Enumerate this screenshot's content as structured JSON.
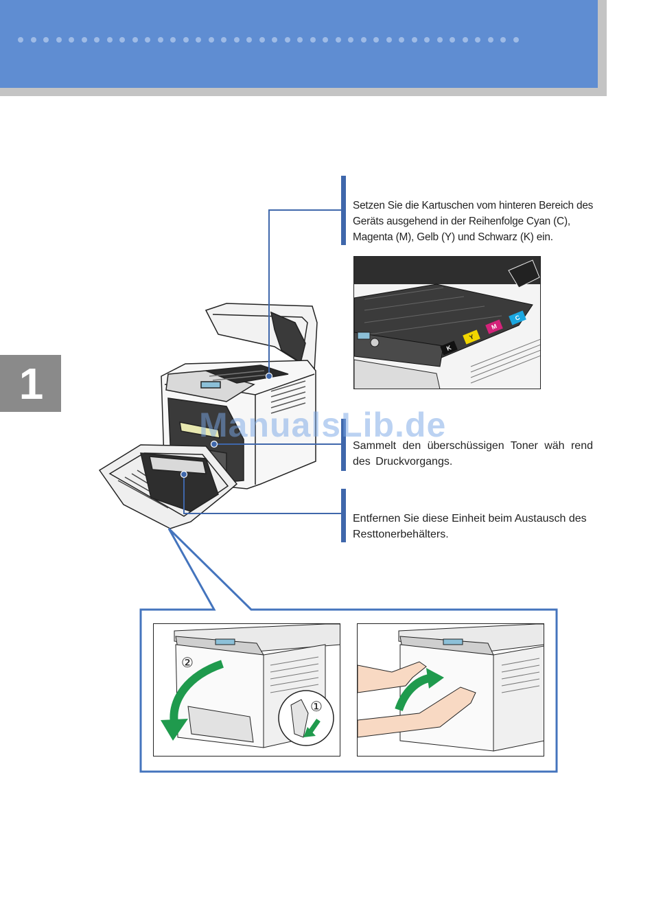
{
  "chapter": {
    "number": "1"
  },
  "callouts": [
    {
      "text": "Setzen Sie die Kartuschen vom hinteren Bereich des Geräts ausgehend in der Reihenfolge Cyan (C), Magenta (M), Gelb (Y) und Schwarz (K) ein."
    },
    {
      "text": "Sammelt den überschüssigen Toner wäh rend des Druckvorgangs."
    },
    {
      "text": "Entfernen Sie diese Einheit beim Austausch des Resttonerbehälters."
    }
  ],
  "cartridge_labels": {
    "c": "C",
    "m": "M",
    "y": "Y",
    "k": "K"
  },
  "steps": {
    "step1": "①",
    "step2": "②"
  },
  "watermark": "ManualsLib.de",
  "colors": {
    "header": "#5f8dd2",
    "accent": "#3f67ab",
    "arrow_green": "#1f9a4d",
    "cyan": "#1ba7e0",
    "magenta": "#d4237a",
    "yellow": "#f1d600",
    "black": "#111111"
  }
}
